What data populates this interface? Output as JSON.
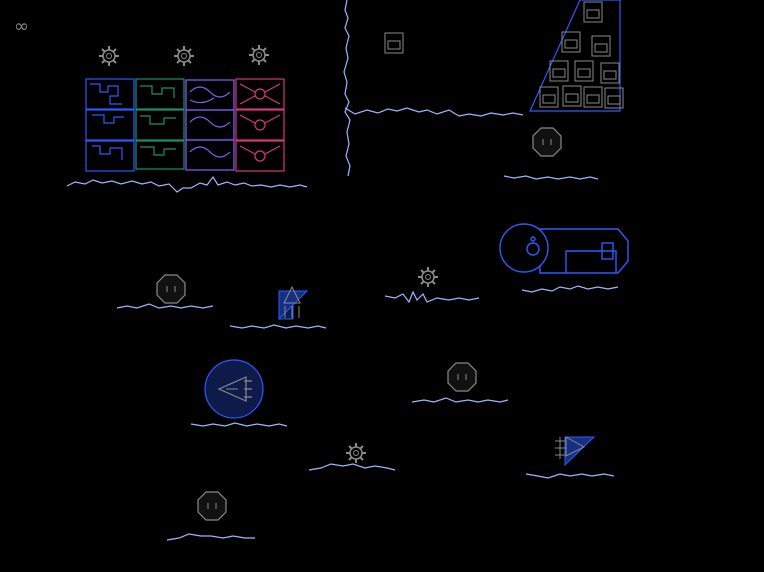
{
  "hud": {
    "counter": "∞"
  },
  "colors": {
    "background": "#000000",
    "terrain": "#9ab8ff",
    "ui_gray": "#8a8a8a",
    "blue": "#2c5bff",
    "green": "#1f8f6f",
    "purple": "#8a5cff",
    "magenta": "#d23a7a"
  },
  "icons": {
    "counter": "infinity-icon",
    "collectible": "gear-icon",
    "enemy": "octagon-face-icon",
    "player": "triangle-ship-icon",
    "portal": "circle-portal-icon",
    "base": "capsule-station-icon"
  },
  "brick_wall": {
    "columns": [
      "blue",
      "green",
      "purple",
      "magenta"
    ],
    "rows": 3
  }
}
